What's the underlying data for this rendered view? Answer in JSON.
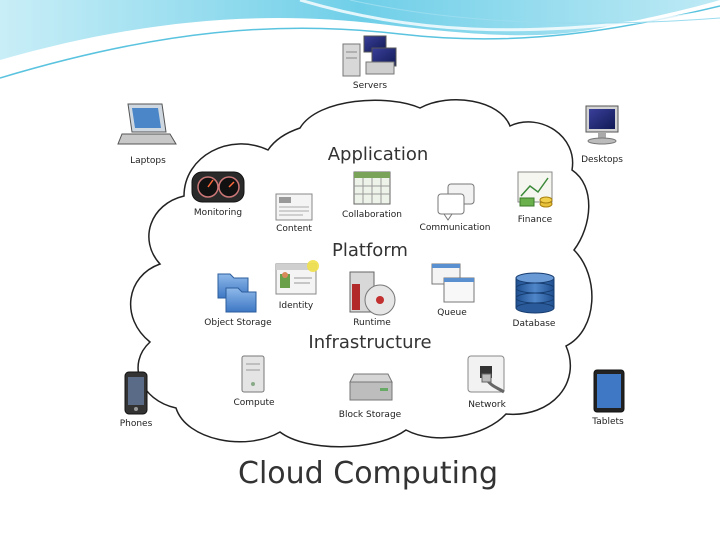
{
  "diagram": {
    "title": "Cloud Computing",
    "sections": {
      "application": "Application",
      "platform": "Platform",
      "infrastructure": "Infrastructure"
    },
    "clients": {
      "servers": "Servers",
      "laptops": "Laptops",
      "desktops": "Desktops",
      "phones": "Phones",
      "tablets": "Tablets"
    },
    "application_items": {
      "monitoring": "Monitoring",
      "content": "Content",
      "collaboration": "Collaboration",
      "communication": "Communication",
      "finance": "Finance"
    },
    "platform_items": {
      "identity": "Identity",
      "object_storage": "Object Storage",
      "runtime": "Runtime",
      "queue": "Queue",
      "database": "Database"
    },
    "infrastructure_items": {
      "compute": "Compute",
      "block_storage": "Block Storage",
      "network": "Network"
    },
    "colors": {
      "banner": "#7fd3ea",
      "cloud_stroke": "#222222",
      "label_text": "#222222",
      "section_text": "#333333"
    }
  }
}
